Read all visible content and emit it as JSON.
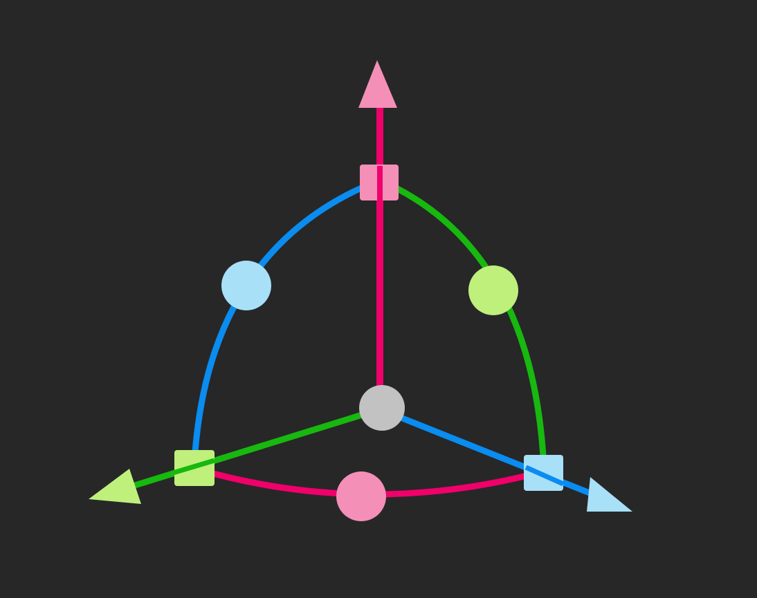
{
  "viewport": {
    "background": "#272727"
  },
  "gizmo": {
    "type": "transform-gizmo",
    "colors": {
      "y_axis": "#f0006a",
      "y_handle": "#f48fb8",
      "x_axis": "#0a8cf0",
      "x_handle": "#a8e0f8",
      "z_axis": "#17b80f",
      "z_handle": "#bff07c",
      "center": "#c2c2c2"
    },
    "handles": [
      {
        "name": "y-axis-arrow-icon",
        "axis": "y",
        "kind": "translate-arrow"
      },
      {
        "name": "z-axis-arrow-icon",
        "axis": "z",
        "kind": "translate-arrow"
      },
      {
        "name": "x-axis-arrow-icon",
        "axis": "x",
        "kind": "translate-arrow"
      },
      {
        "name": "y-scale-handle",
        "axis": "y",
        "kind": "scale-box"
      },
      {
        "name": "z-scale-handle",
        "axis": "z",
        "kind": "scale-box"
      },
      {
        "name": "x-scale-handle",
        "axis": "x",
        "kind": "scale-box"
      },
      {
        "name": "xy-rotate-handle",
        "plane": "xy",
        "kind": "rotate-knob"
      },
      {
        "name": "yz-rotate-handle",
        "plane": "yz",
        "kind": "rotate-knob"
      },
      {
        "name": "xz-rotate-handle",
        "plane": "xz",
        "kind": "rotate-knob"
      },
      {
        "name": "center-handle",
        "kind": "uniform"
      }
    ]
  }
}
